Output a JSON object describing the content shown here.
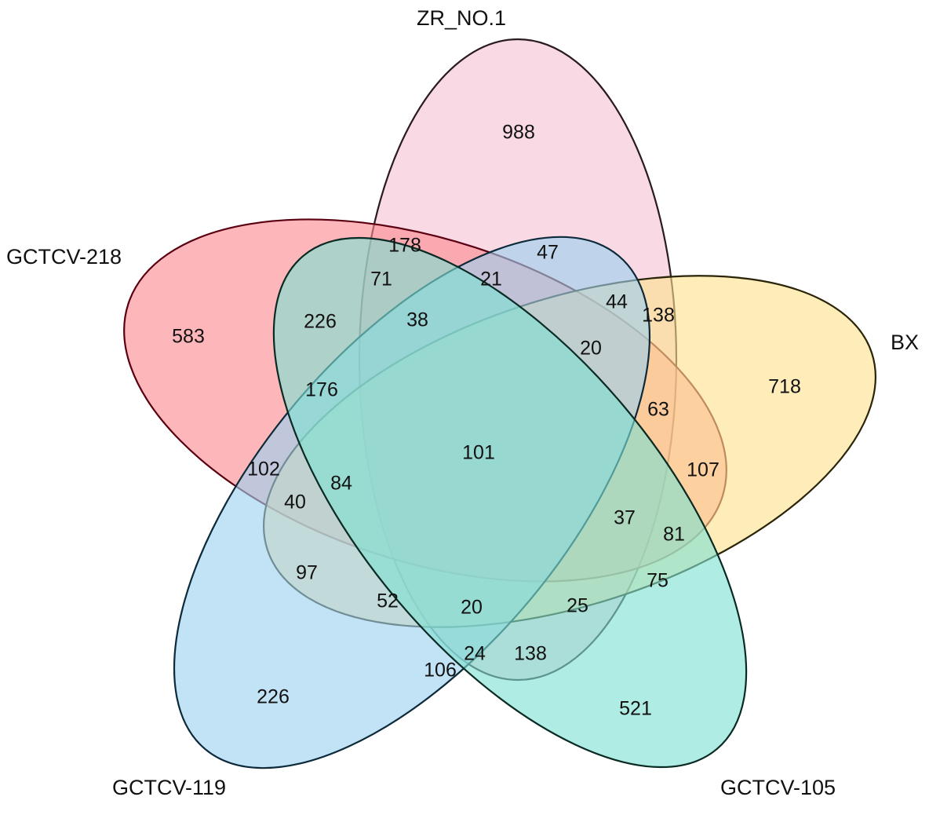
{
  "sets": [
    {
      "id": "zr",
      "name": "ZR_NO.1",
      "color": "#f4c2d4"
    },
    {
      "id": "gctcv218",
      "name": "GCTCV-218",
      "color": "#fb8a90"
    },
    {
      "id": "bx",
      "name": "BX",
      "color": "#fee08e"
    },
    {
      "id": "gctcv119",
      "name": "GCTCV-119",
      "color": "#9dd0ef"
    },
    {
      "id": "gctcv105",
      "name": "GCTCV-105",
      "color": "#7ee0d2"
    }
  ],
  "counts": [
    "988",
    "583",
    "718",
    "226",
    "521",
    "178",
    "47",
    "71",
    "21",
    "44",
    "138",
    "226",
    "38",
    "20",
    "176",
    "63",
    "101",
    "102",
    "84",
    "107",
    "40",
    "37",
    "81",
    "97",
    "75",
    "52",
    "20",
    "25",
    "24",
    "138",
    "106"
  ]
}
